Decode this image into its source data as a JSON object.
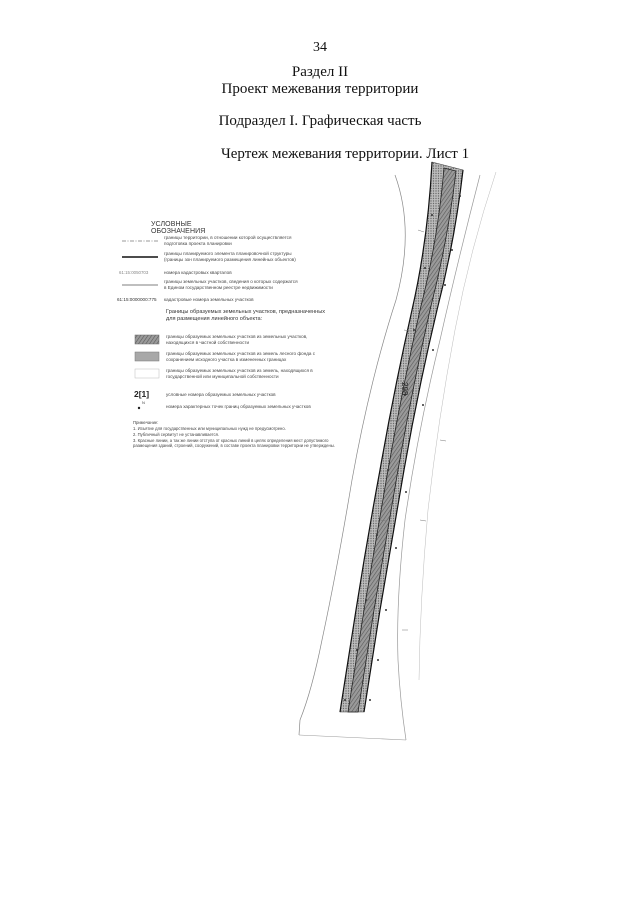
{
  "page": {
    "number": "34",
    "section": "Раздел II",
    "project": "Проект межевания территории",
    "subsection": "Подраздел I. Графическая часть",
    "sheet": "Чертеж межевания территории. Лист 1"
  },
  "legend": {
    "title": "УСЛОВНЫЕ ОБОЗНАЧЕНИЯ",
    "items": [
      {
        "line1": "границы территории, в отношении которой осуществляется",
        "line2": "подготовка проекта планировки"
      },
      {
        "line1": "границы планируемого элемента планировочной структуры",
        "line2": "(границы зон планируемого размещения линейных объектов)"
      },
      {
        "symbol": "61:15:0050703",
        "line1": "номера кадастровых кварталов"
      },
      {
        "line1": "границы земельных участков, сведения о которых содержатся",
        "line2": "в Едином государственном реестре недвижимости"
      },
      {
        "symbol": "61:15:0000000:775",
        "line1": "кадастровые номера земельных участков"
      }
    ],
    "group_title_line1": "Границы образуемых земельных участков, предназначенных",
    "group_title_line2": "для размещения линейного объекта:",
    "group_items": [
      {
        "line1": "границы образуемых земельных участков из земельных участков,",
        "line2": "находящихся в частной собственности"
      },
      {
        "line1": "границы образуемых земельных участков из земель лесного фонда с",
        "line2": "сохранением исходного участка в измененных границах"
      },
      {
        "line1": "границы образуемых земельных участков из земель, находящихся в",
        "line2": "государственной или муниципальной собственности"
      }
    ],
    "numbers": {
      "symbol": "2[1]",
      "label": "условные номера образуемых земельных участков"
    },
    "points": {
      "symbol": "N",
      "label": "номера характерных точек границ образуемых земельных участков"
    }
  },
  "notes": {
    "title": "Примечание:",
    "items": [
      "1. Изъятие для государственных или муниципальных нужд не предусмотрено.",
      "2. Публичный сервитут не устанавливается.",
      "3. Красные линии, а так же линии отступа от красных линий в целях определения мест допустимого",
      "размещения зданий, строений, сооружений, в составе проекта планировки территории не утверждены."
    ]
  },
  "map": {
    "parcel_label": "298"
  }
}
